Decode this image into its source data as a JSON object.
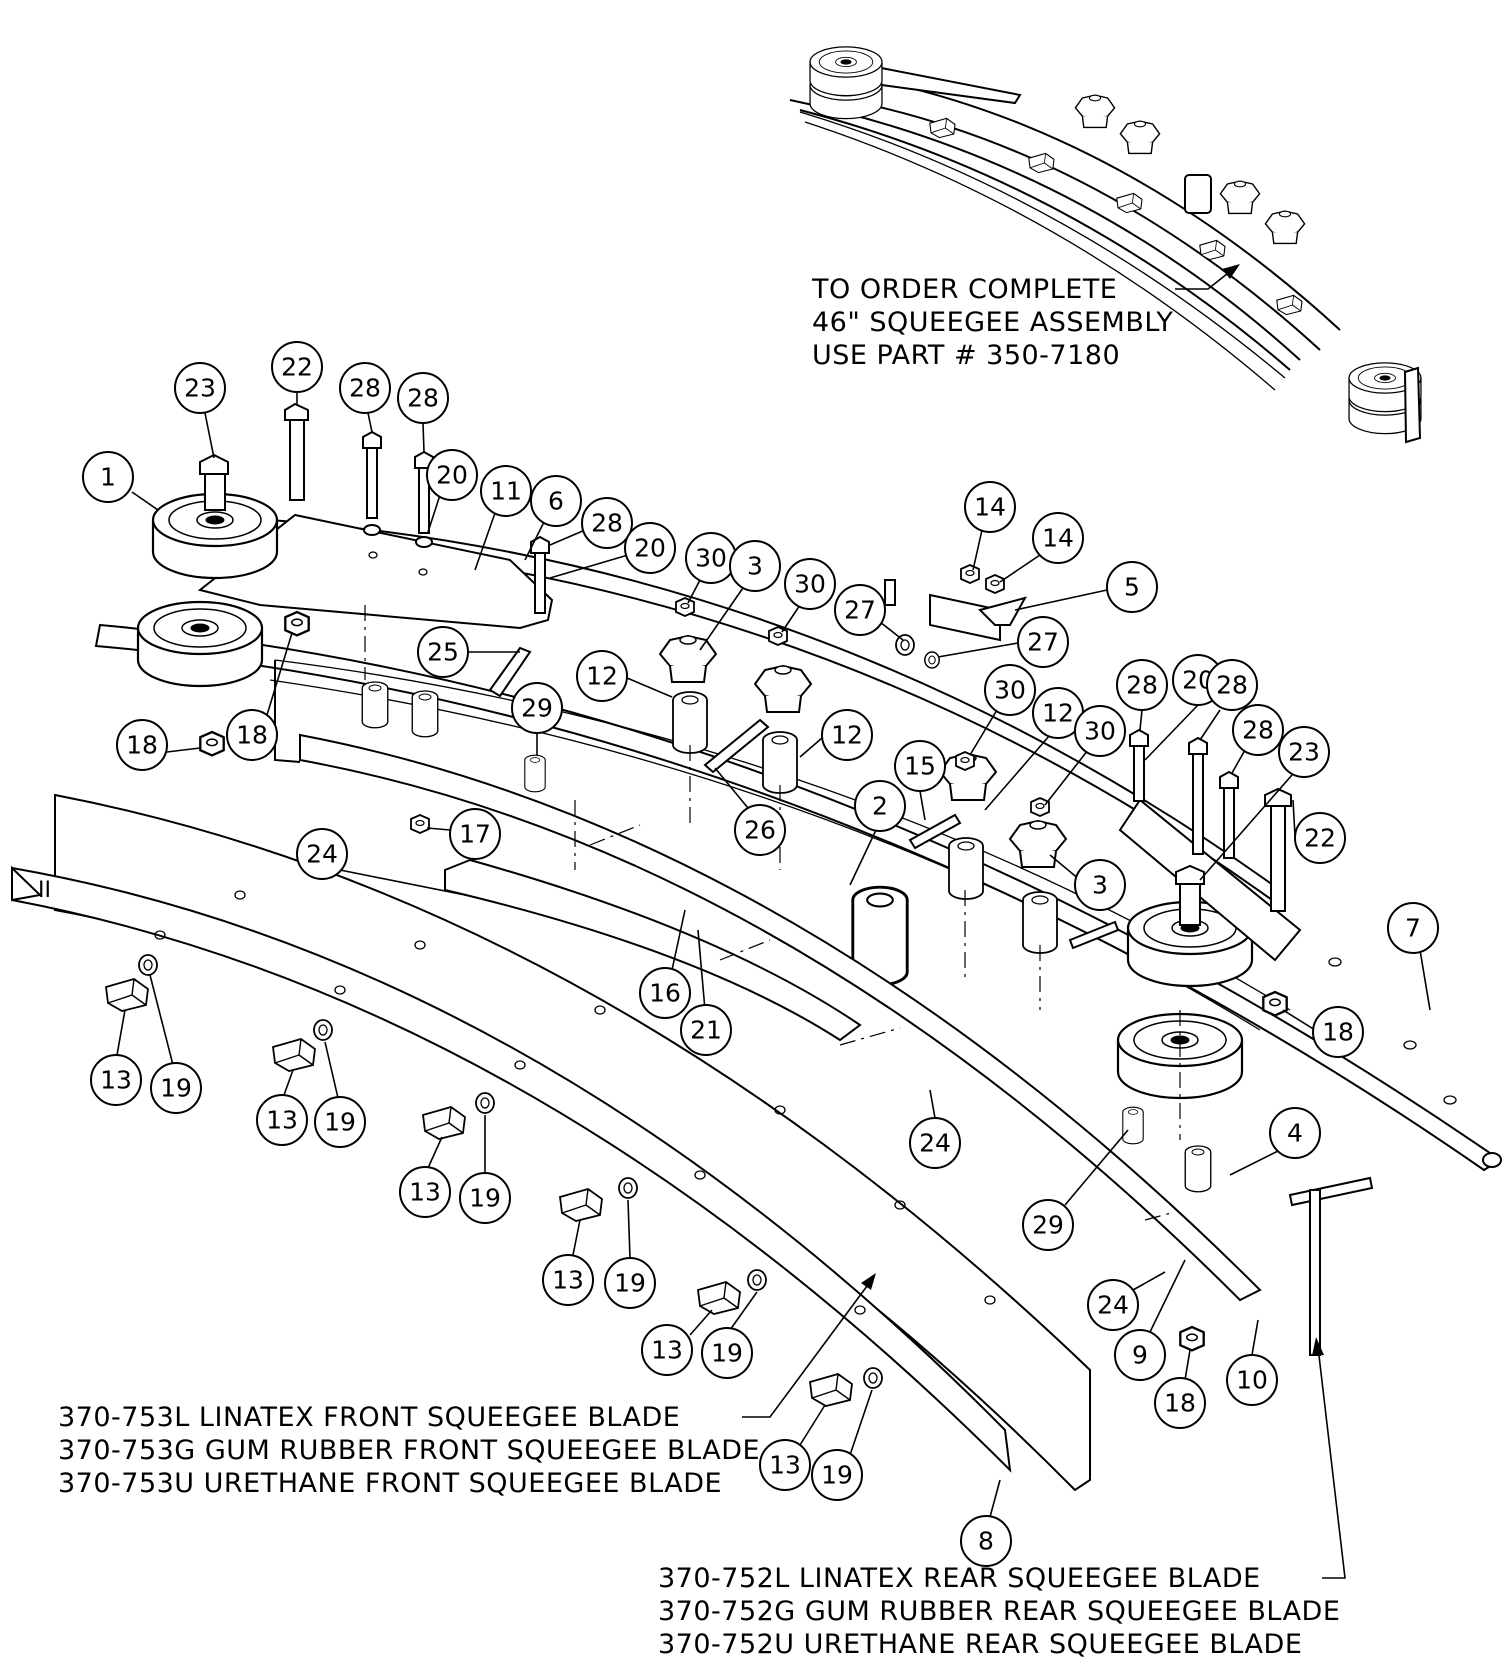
{
  "order_note": {
    "line1": "TO ORDER COMPLETE",
    "line2": "46\" SQUEEGEE ASSEMBLY",
    "line3": "USE PART # 350-7180"
  },
  "front_blade_note": {
    "line1": "370-753L LINATEX FRONT SQUEEGEE BLADE",
    "line2": "370-753G GUM RUBBER FRONT SQUEEGEE BLADE",
    "line3": "370-753U URETHANE FRONT SQUEEGEE BLADE"
  },
  "rear_blade_note": {
    "line1": "370-752L LINATEX REAR SQUEEGEE BLADE",
    "line2": "370-752G GUM RUBBER REAR SQUEEGEE BLADE",
    "line3": "370-752U URETHANE REAR SQUEEGEE BLADE"
  },
  "callouts": {
    "c1": "1",
    "c2": "2",
    "c3a": "3",
    "c3b": "3",
    "c4": "4",
    "c5": "5",
    "c6": "6",
    "c7": "7",
    "c8": "8",
    "c9": "9",
    "c10": "10",
    "c11": "11",
    "c12a": "12",
    "c12b": "12",
    "c12c": "12",
    "c13a": "13",
    "c13b": "13",
    "c13c": "13",
    "c13d": "13",
    "c13e": "13",
    "c13f": "13",
    "c14a": "14",
    "c14b": "14",
    "c15": "15",
    "c16": "16",
    "c17": "17",
    "c18a": "18",
    "c18b": "18",
    "c18c": "18",
    "c18d": "18",
    "c19a": "19",
    "c19b": "19",
    "c19c": "19",
    "c19d": "19",
    "c19e": "19",
    "c19f": "19",
    "c20a": "20",
    "c20b": "20",
    "c20c": "20",
    "c21": "21",
    "c22a": "22",
    "c22b": "22",
    "c23a": "23",
    "c23b": "23",
    "c24a": "24",
    "c24b": "24",
    "c24c": "24",
    "c25": "25",
    "c26": "26",
    "c27a": "27",
    "c27b": "27",
    "c28a": "28",
    "c28b": "28",
    "c28c": "28",
    "c28d": "28",
    "c28e": "28",
    "c28f": "28",
    "c29a": "29",
    "c29b": "29",
    "c30a": "30",
    "c30b": "30",
    "c30c": "30",
    "c30d": "30"
  },
  "blade_marks": {
    "front_blade_end": "II"
  }
}
